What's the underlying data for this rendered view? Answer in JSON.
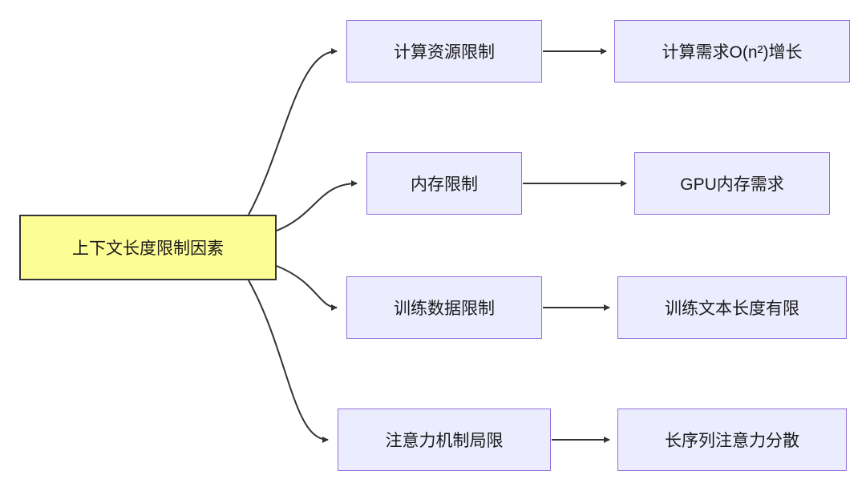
{
  "diagram": {
    "root": {
      "label": "上下文长度限制因素"
    },
    "rows": [
      {
        "mid": "计算资源限制",
        "right": "计算需求O(n²)增长"
      },
      {
        "mid": "内存限制",
        "right": "GPU内存需求"
      },
      {
        "mid": "训练数据限制",
        "right": "训练文本长度有限"
      },
      {
        "mid": "注意力机制局限",
        "right": "长序列注意力分散"
      }
    ],
    "colors": {
      "root_bg": "#fdfd96",
      "root_border": "#333333",
      "node_bg": "#ECECFF",
      "node_border": "#9370DB",
      "arrow": "#333333",
      "text": "#1a1a1a"
    }
  }
}
